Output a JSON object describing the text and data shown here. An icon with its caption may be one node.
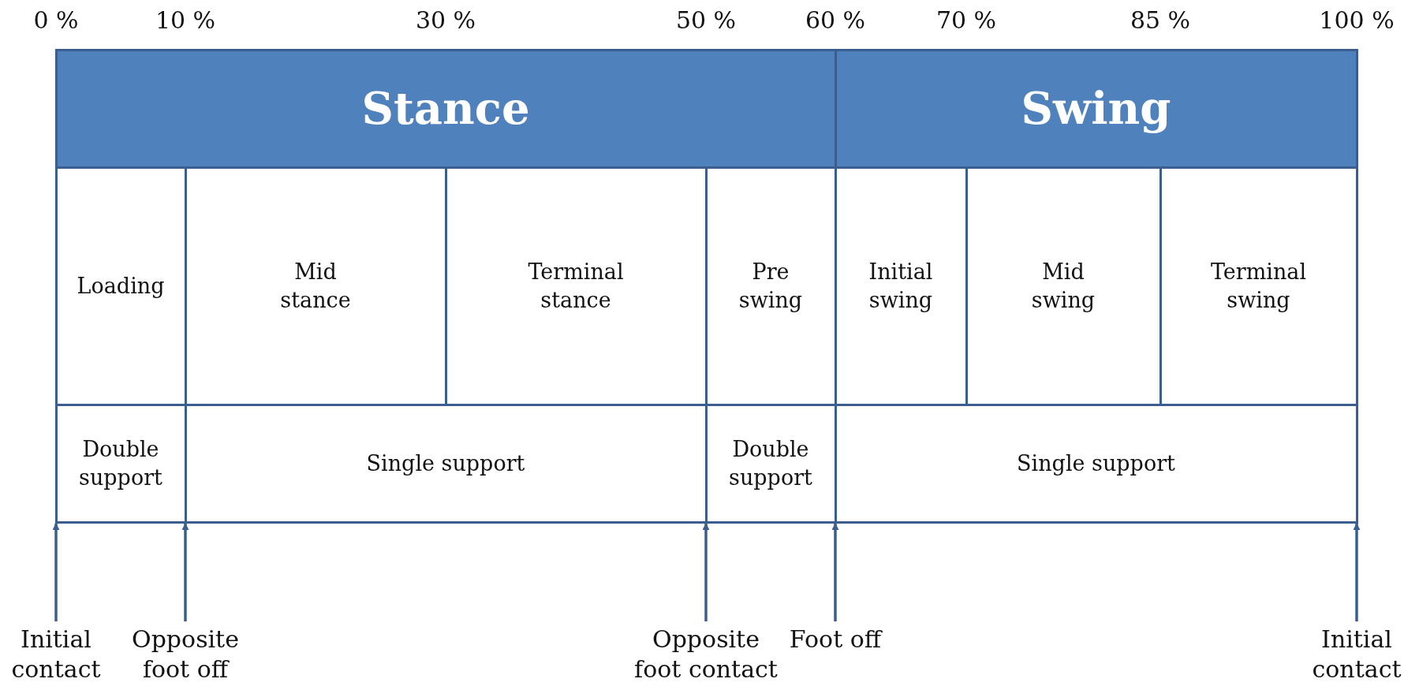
{
  "diagram": {
    "nodes": [
      {
        "text": [
          "Stance"
        ]
      },
      {
        "text": [
          "Swing"
        ]
      },
      {
        "text": [
          "Loading"
        ]
      },
      {
        "text": [
          "Mid stance"
        ]
      },
      {
        "text": [
          "Terminal stance"
        ]
      },
      {
        "text": [
          "Pre swing"
        ]
      },
      {
        "text": [
          "Initial swing"
        ]
      },
      {
        "text": [
          "Mid swing"
        ]
      },
      {
        "text": [
          "Terminal swing"
        ]
      },
      {
        "text": [
          "Double support"
        ]
      },
      {
        "text": [
          "Single support"
        ]
      },
      {
        "text": [
          "Double support"
        ]
      },
      {
        "text": [
          "Single support"
        ]
      },
      {
        "text": [
          "Initial contact"
        ]
      },
      {
        "text": [
          "Opposite foot off"
        ]
      },
      {
        "text": [
          "Opposite foot contact"
        ]
      },
      {
        "text": [
          "Foot off"
        ]
      },
      {
        "text": [
          "Initial contact"
        ]
      }
    ],
    "edges": [
      {
        "from": 13,
        "to": 9,
        "arrow": "to"
      },
      {
        "from": 14,
        "to": 9,
        "arrow": "to"
      },
      {
        "from": 15,
        "to": 11,
        "arrow": "to"
      },
      {
        "from": 16,
        "to": 11,
        "arrow": "to"
      },
      {
        "from": 17,
        "to": 12,
        "arrow": "to"
      }
    ],
    "labels": [
      "0 %",
      "10 %",
      "30 %",
      "50 %",
      "60 %",
      "70 %",
      "85 %",
      "100 %"
    ]
  }
}
